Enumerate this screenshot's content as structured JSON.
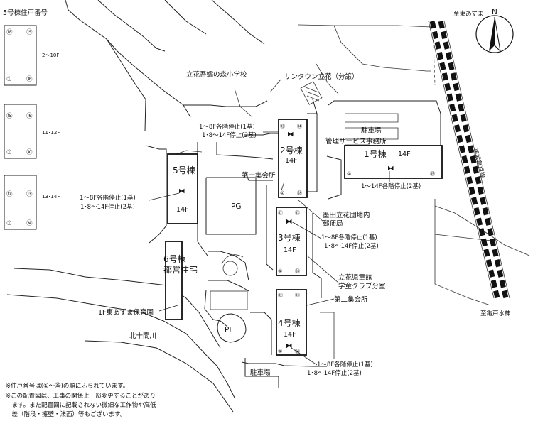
{
  "legend": {
    "title": "5号棟住戸番号",
    "boxes": [
      {
        "tl": "⑱",
        "tr": "⑲",
        "bl": "①",
        "br": "㊱",
        "floors": "2～10F"
      },
      {
        "tl": "⑮",
        "tr": "⑯",
        "bl": "①",
        "br": "㉚",
        "floors": "11･12F"
      },
      {
        "tl": "⑫",
        "tr": "⑬",
        "bl": "①",
        "br": "㉔",
        "floors": "13･14F"
      }
    ]
  },
  "compass": {
    "label": "N"
  },
  "directions": {
    "top": "至東あずま",
    "bottom": "至亀戸水神"
  },
  "railway": "東武亀戸線",
  "places": {
    "school": "立花吾嬬の森小学校",
    "suntown": "サンタウン立花（分譲）",
    "parking1": "駐車場",
    "parking2": "駐車場",
    "mgmt": "管理サービス事務所",
    "hall1": "第一集会所",
    "hall2": "第二集会所",
    "post": [
      "墨田立花団地内",
      "郵便局"
    ],
    "kids": [
      "立花児童館",
      "学童クラブ分室"
    ],
    "nursery": "1F東あずま保育園",
    "river": "北十間川",
    "pg": "PG",
    "pl": "PL"
  },
  "buildings": {
    "b1": {
      "name": "1号棟",
      "floors": "14F",
      "bl": "①",
      "br": "⑮"
    },
    "b2": {
      "name": "2号棟",
      "floors": "14F",
      "tl": "⑬",
      "tr": "⑭",
      "bl": "①",
      "br": "㉘"
    },
    "b3": {
      "name": "3号棟",
      "floors": "14F",
      "tl": "⑫",
      "tr": "⑬",
      "bl": "①",
      "br": "㉔"
    },
    "b4": {
      "name": "4号棟",
      "floors": "14F",
      "tl": "⑫",
      "tr": "⑬",
      "bl": "①",
      "br": "㉔"
    },
    "b5": {
      "name": "5号棟",
      "floors": "14F"
    },
    "b6": {
      "name": "6号棟",
      "sub": "都営住宅"
    }
  },
  "elevators": {
    "b2": [
      "1～8F各階停止(1基)",
      "1･8～14F停止(2基)"
    ],
    "b1": "1～14F各階停止(2基)",
    "b5": [
      "1～8F各階停止(1基)",
      "1･8～14F停止(2基)"
    ],
    "b3": [
      "1～8F各階停止(1基)",
      "1･8～14F停止(2基)"
    ],
    "b4": [
      "1～8F各階停止(1基)",
      "1･8～14F停止(2基)"
    ]
  },
  "notes": [
    "※住戸番号は(①～㊱)の順にふられています。",
    "※この配置図は、工事の関係上一部変更することがあり",
    "　ます。また配置図に記載されない微細な工作物や高低",
    "　差（階段・擁壁・法面）等もございます。"
  ]
}
